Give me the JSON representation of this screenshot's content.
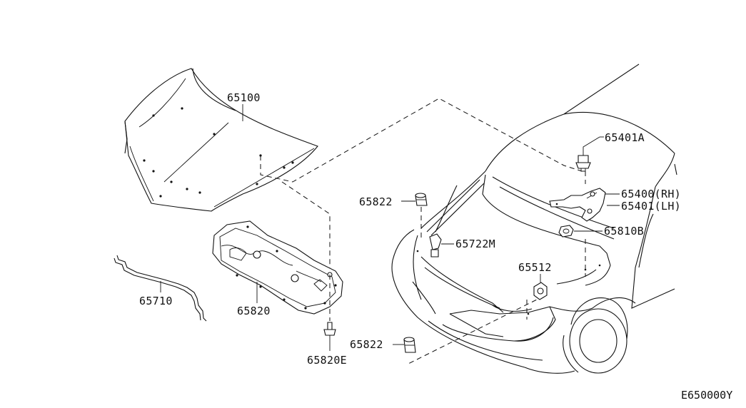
{
  "diagram": {
    "code": "E650000Y",
    "parts": {
      "hood": "65100",
      "insulator": "65820",
      "insulator_clip": "65820E",
      "hood_rod": "65710",
      "bumper_upper": "65822",
      "bumper_lower": "65822",
      "hood_rod_holder": "65722M",
      "hood_lock": "65512",
      "hinge_bolt": "65401A",
      "hinge_rh": "65400(RH)",
      "hinge_lh": "65401(LH)",
      "hinge_nut": "65810B"
    }
  }
}
